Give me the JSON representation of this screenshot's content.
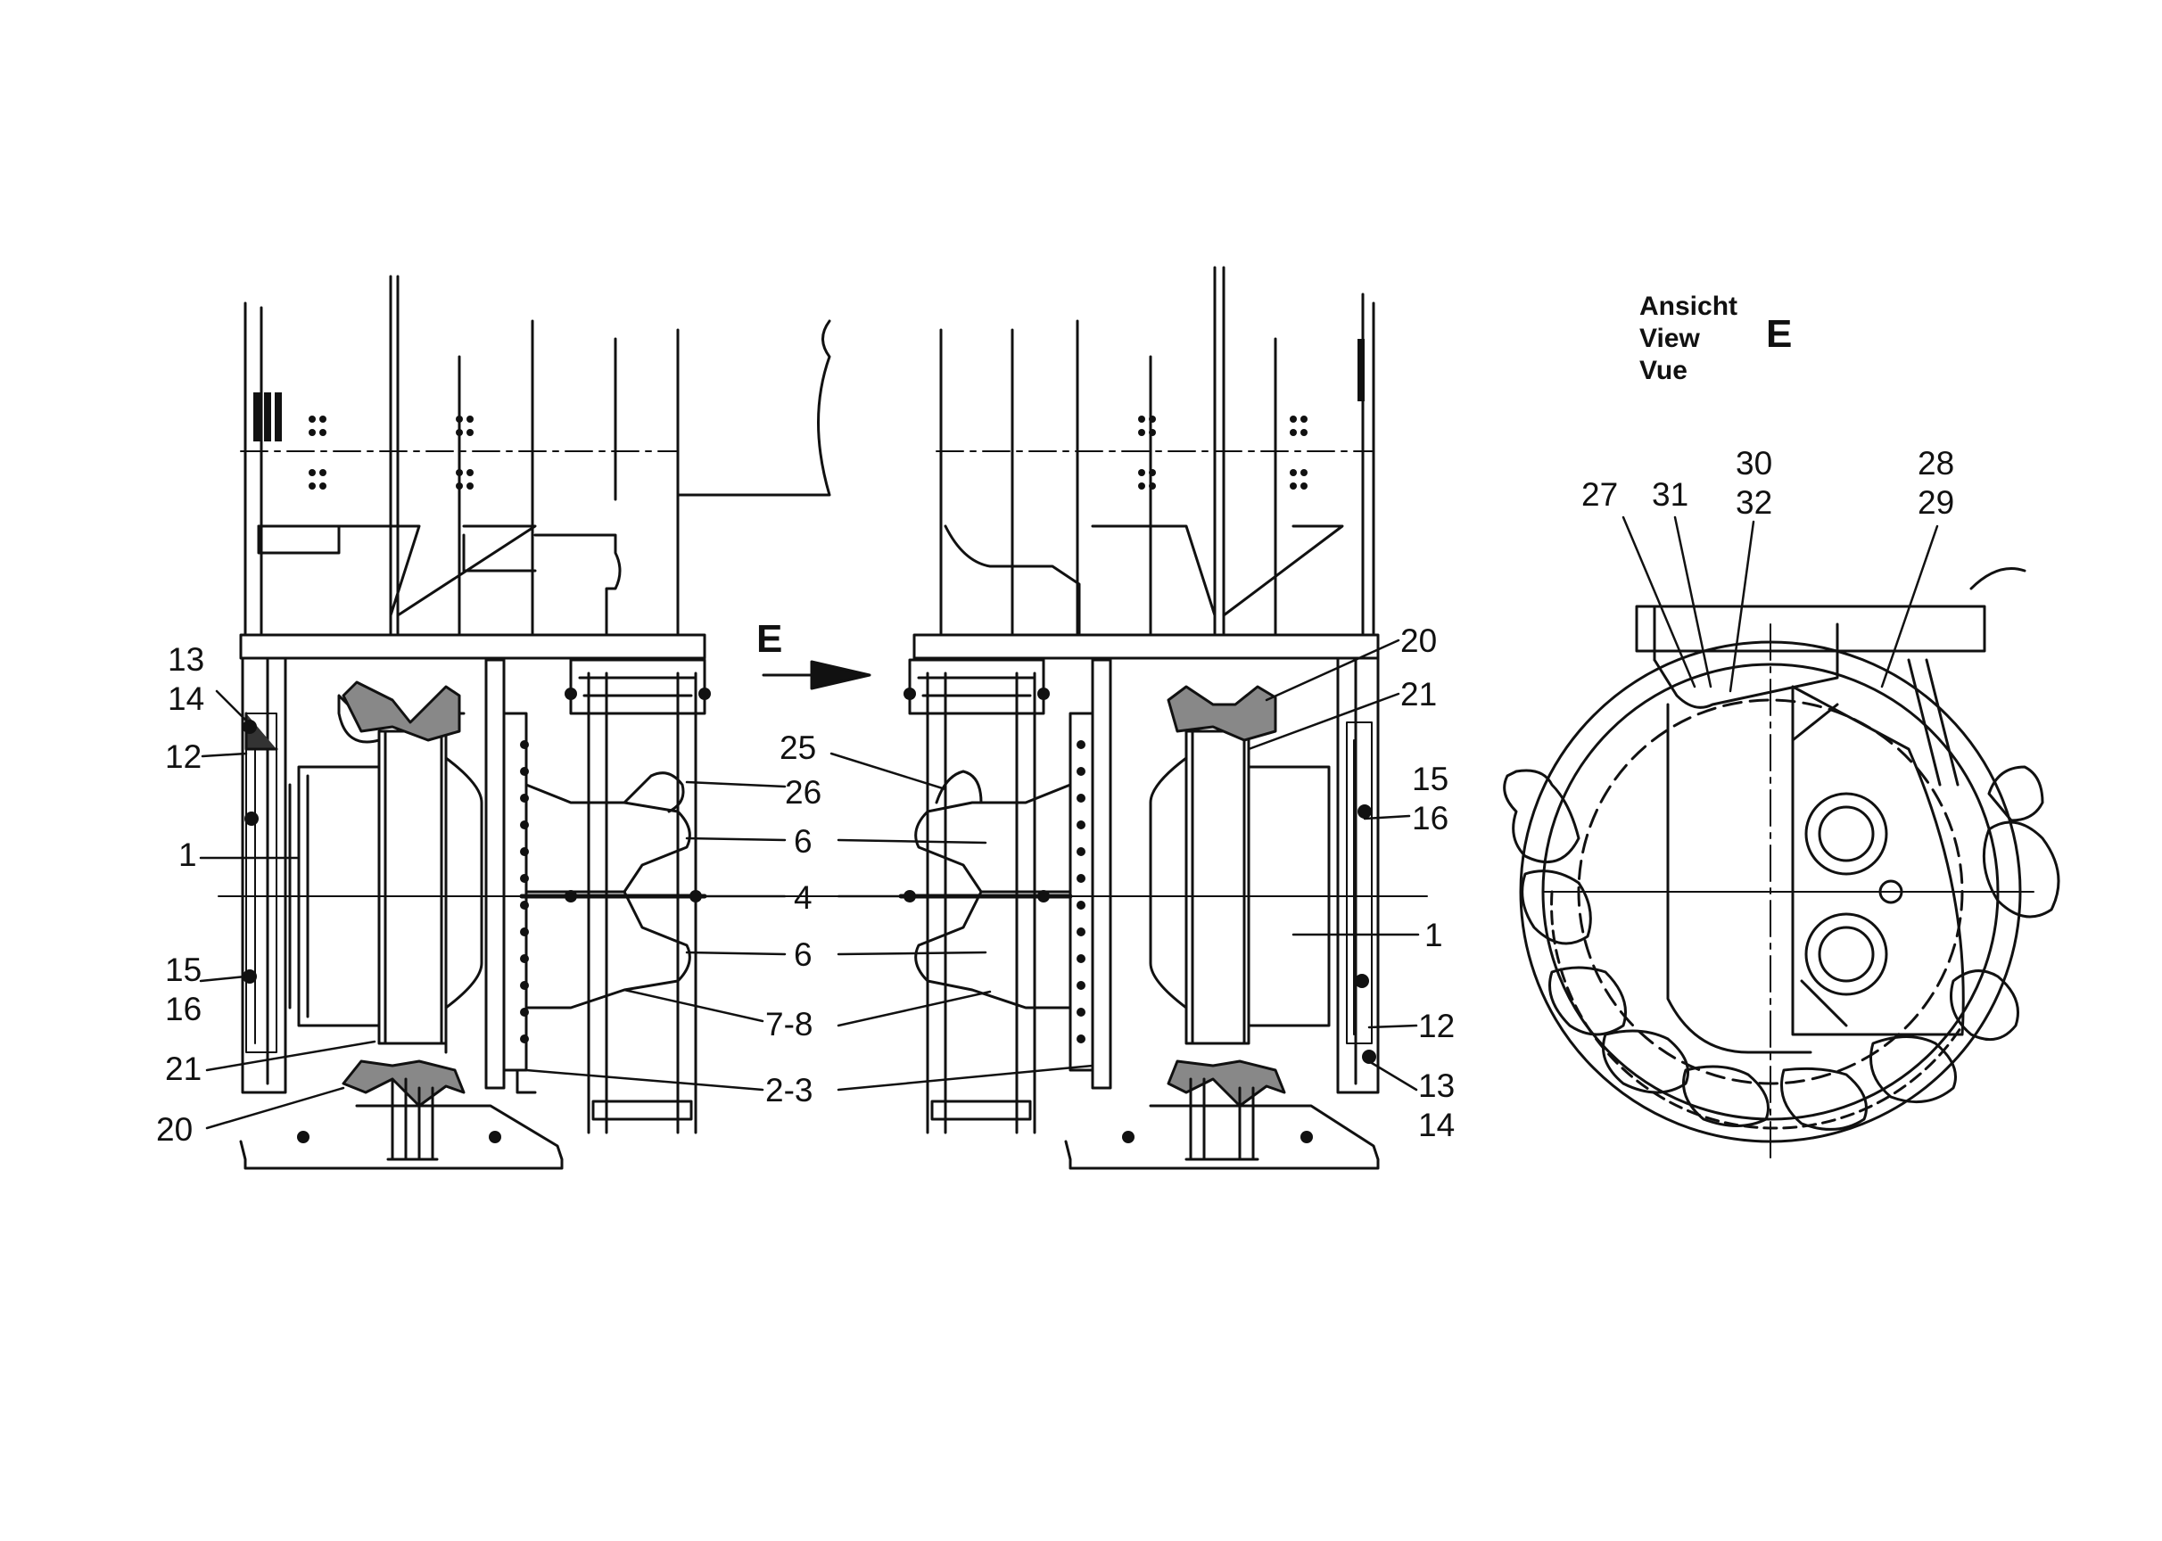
{
  "view_heading": {
    "lines": [
      "Ansicht",
      "View",
      "Vue"
    ],
    "letter": "E"
  },
  "arrow_letter": "E",
  "callouts": {
    "left": {
      "n13_14": [
        "13",
        "14"
      ],
      "n12": "12",
      "n1": "1",
      "n15_16": [
        "15",
        "16"
      ],
      "n21": "21",
      "n20": "20",
      "n26": "26",
      "n6a": "6",
      "n4": "4",
      "n6b": "6",
      "n7_8": "7-8",
      "n2_3": "2-3"
    },
    "right": {
      "n20": "20",
      "n21": "21",
      "n25": "25",
      "n15_16": [
        "15",
        "16"
      ],
      "n1": "1",
      "n12": "12",
      "n13_14": [
        "13",
        "14"
      ]
    },
    "view": {
      "n27": "27",
      "n31": "31",
      "n30_32": [
        "30",
        "32"
      ],
      "n28_29": [
        "28",
        "29"
      ]
    }
  }
}
